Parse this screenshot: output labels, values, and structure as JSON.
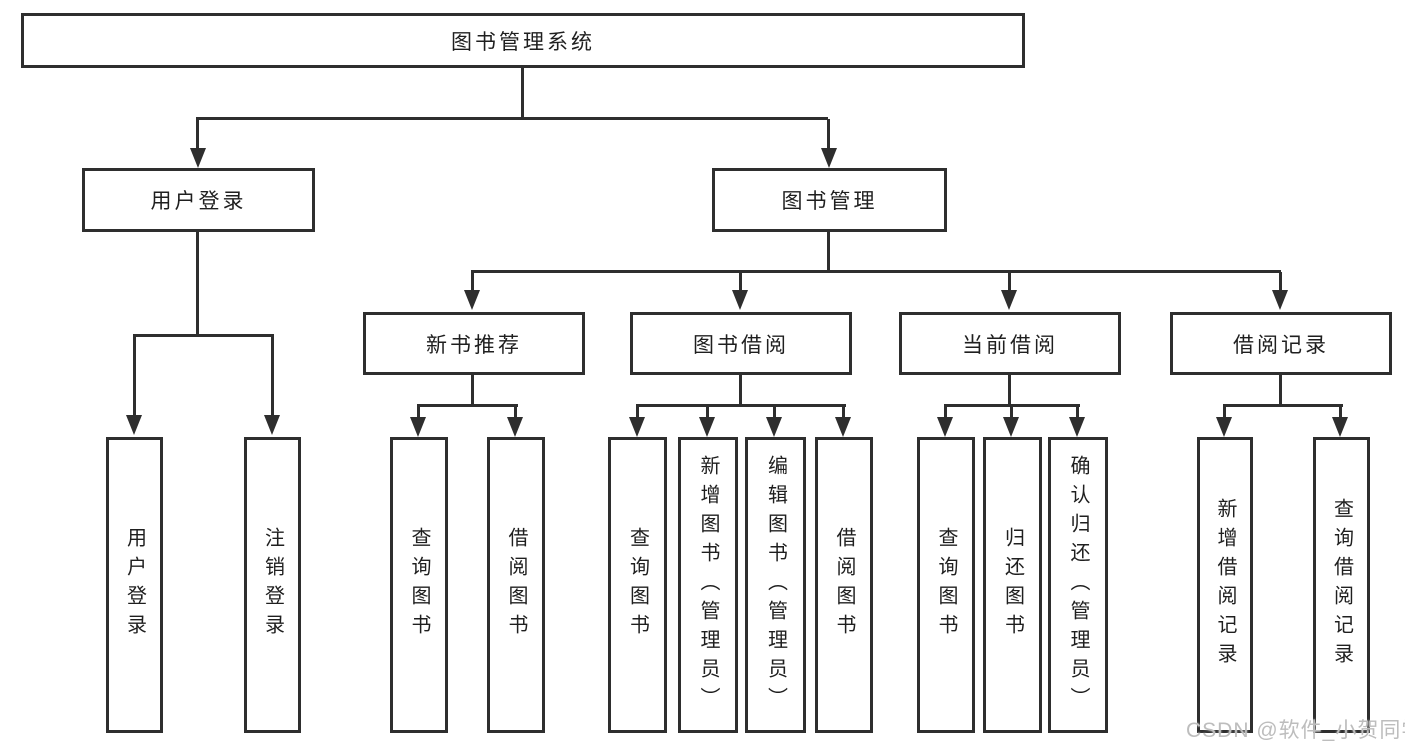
{
  "tree": {
    "root": {
      "label": "图书管理系统"
    },
    "branches": [
      {
        "label": "用户登录",
        "children": [
          {
            "label": "用户登录"
          },
          {
            "label": "注销登录"
          }
        ]
      },
      {
        "label": "图书管理",
        "children": [
          {
            "label": "新书推荐",
            "children": [
              {
                "label": "查询图书"
              },
              {
                "label": "借阅图书"
              }
            ]
          },
          {
            "label": "图书借阅",
            "children": [
              {
                "label": "查询图书"
              },
              {
                "label": "新增图书（管理员）"
              },
              {
                "label": "编辑图书（管理员）"
              },
              {
                "label": "借阅图书"
              }
            ]
          },
          {
            "label": "当前借阅",
            "children": [
              {
                "label": "查询图书"
              },
              {
                "label": "归还图书"
              },
              {
                "label": "确认归还（管理员）"
              }
            ]
          },
          {
            "label": "借阅记录",
            "children": [
              {
                "label": "新增借阅记录"
              },
              {
                "label": "查询借阅记录"
              }
            ]
          }
        ]
      }
    ]
  },
  "watermark": "CSDN @软件_小贺同学",
  "colors": {
    "line": "#2e2e2e",
    "text": "#1f1f1f",
    "watermark": "#bdbdbd",
    "background": "#ffffff"
  }
}
